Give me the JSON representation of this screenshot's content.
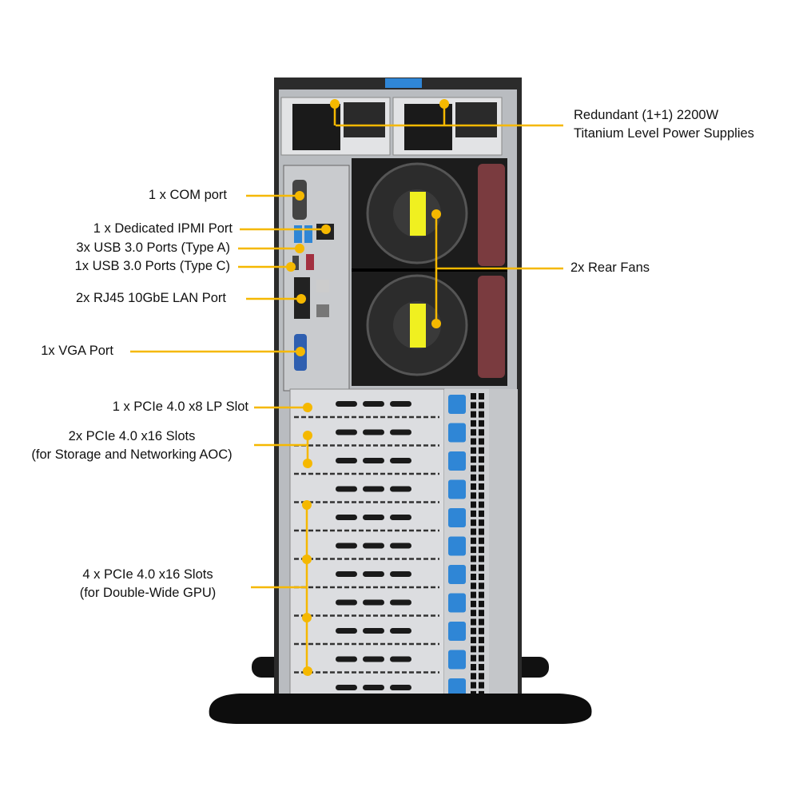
{
  "colors": {
    "callout": "#f5b800",
    "chassis": "#2b2b2b",
    "latch": "#2f86d6",
    "fan_handle": "#7a3b3f"
  },
  "callouts": {
    "psu": {
      "line1": "Redundant (1+1) 2200W",
      "line2": "Titanium Level Power Supplies"
    },
    "fans": {
      "label": "2x Rear Fans"
    },
    "com": {
      "label": "1 x COM port"
    },
    "ipmi": {
      "label": "1 x Dedicated IPMI Port"
    },
    "usb_a": {
      "label": "3x USB 3.0 Ports (Type A)"
    },
    "usb_c": {
      "label": "1x USB 3.0 Ports (Type C)"
    },
    "lan": {
      "label": "2x RJ45 10GbE LAN Port"
    },
    "vga": {
      "label": "1x VGA  Port"
    },
    "pcie_lp": {
      "label": "1 x PCIe 4.0 x8 LP Slot"
    },
    "pcie_aoc": {
      "line1": "2x PCIe 4.0 x16 Slots",
      "line2": "(for Storage and Networking AOC)"
    },
    "pcie_gpu": {
      "line1": "4 x PCIe 4.0 x16 Slots",
      "line2": "(for Double-Wide GPU)"
    }
  }
}
